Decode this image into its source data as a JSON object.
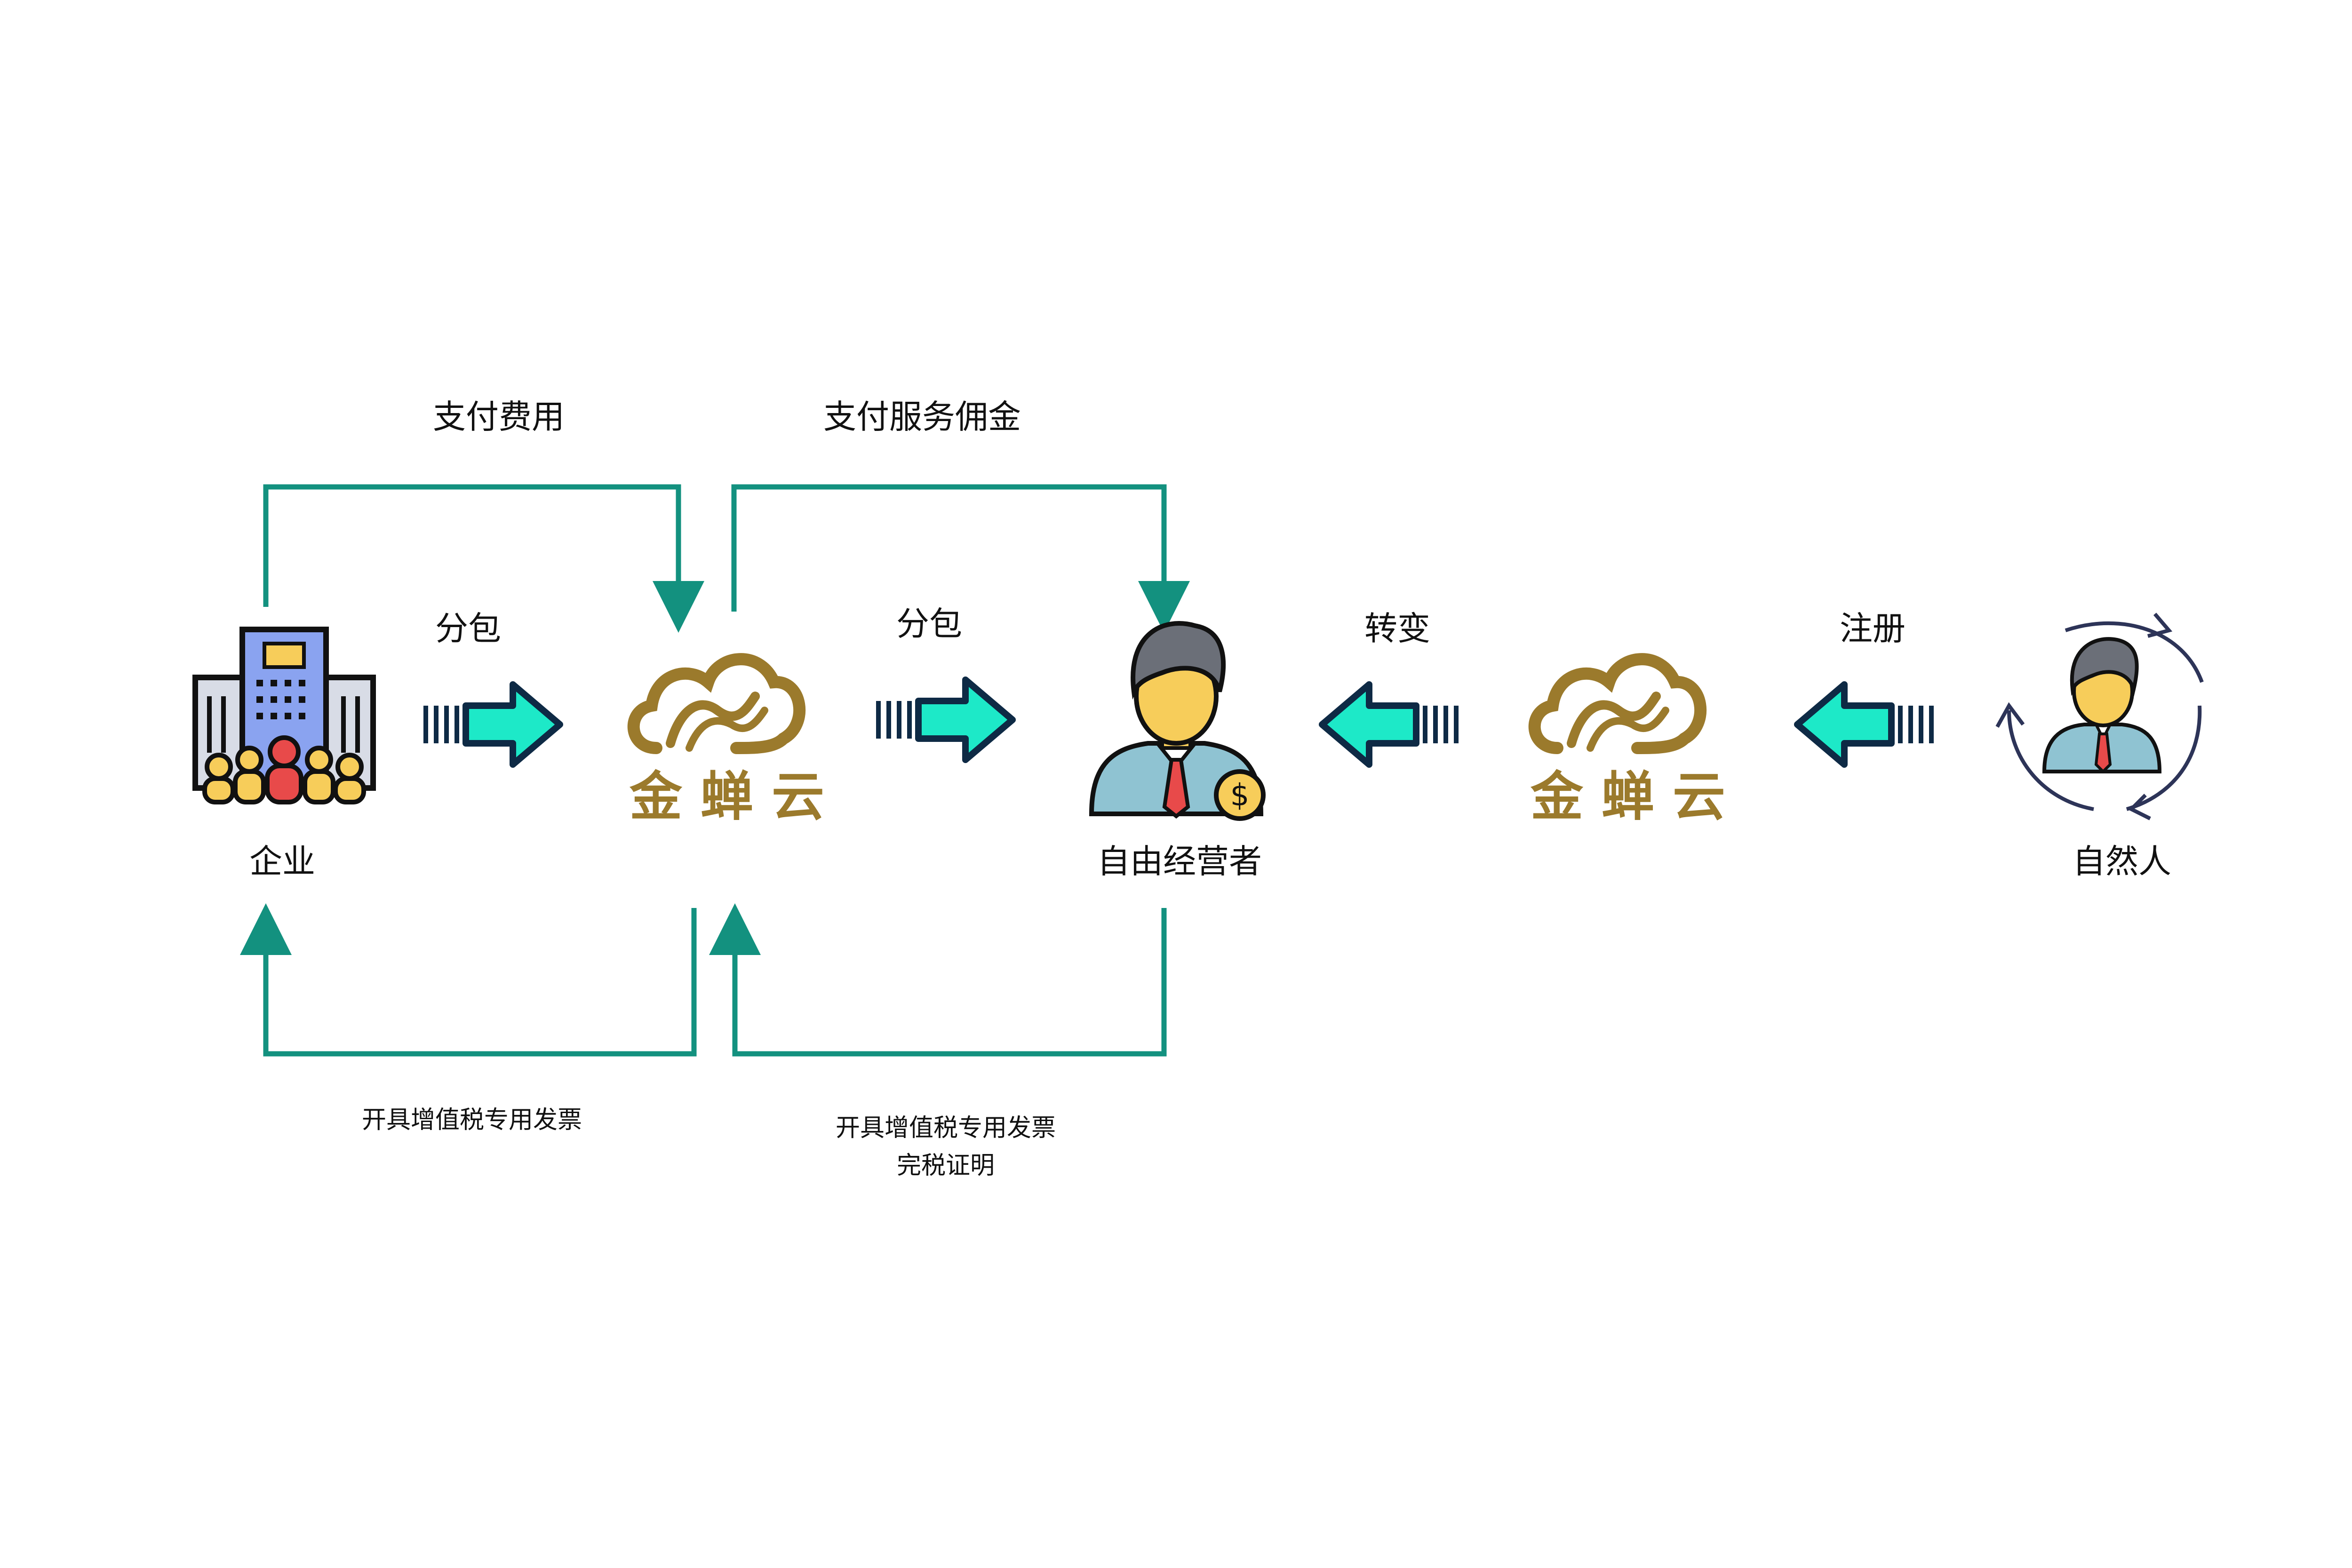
{
  "nodes": {
    "enterprise": {
      "label": "企业"
    },
    "platform_left": {
      "logo_text": "金 蝉 云"
    },
    "freelancer": {
      "label": "自由经营者"
    },
    "platform_right": {
      "logo_text": "金 蝉 云"
    },
    "natural_person": {
      "label": "自然人"
    }
  },
  "edges": {
    "pay_fee": "支付费用",
    "pay_commission": "支付服务佣金",
    "subcontract_1": "分包",
    "subcontract_2": "分包",
    "transform": "转变",
    "register": "注册",
    "invoice_to_enterprise": "开具增值税专用发票",
    "invoice_to_platform": "开具增值税专用发票",
    "tax_certificate": "完税证明"
  },
  "colors": {
    "connector": "#13917f",
    "arrow_fill": "#1de9c8",
    "arrow_stroke": "#0e2a45",
    "logo_gold": "#9b7a2c",
    "face": "#f7cd5a",
    "hair": "#6b6f78",
    "shirt": "#8fc3d2",
    "tie": "#e84a4a",
    "building": "#8aa3f0"
  },
  "icons": [
    "building-people-icon",
    "cloud-logo-icon",
    "businessman-coin-icon",
    "person-cycle-icon",
    "block-arrow-icon"
  ]
}
